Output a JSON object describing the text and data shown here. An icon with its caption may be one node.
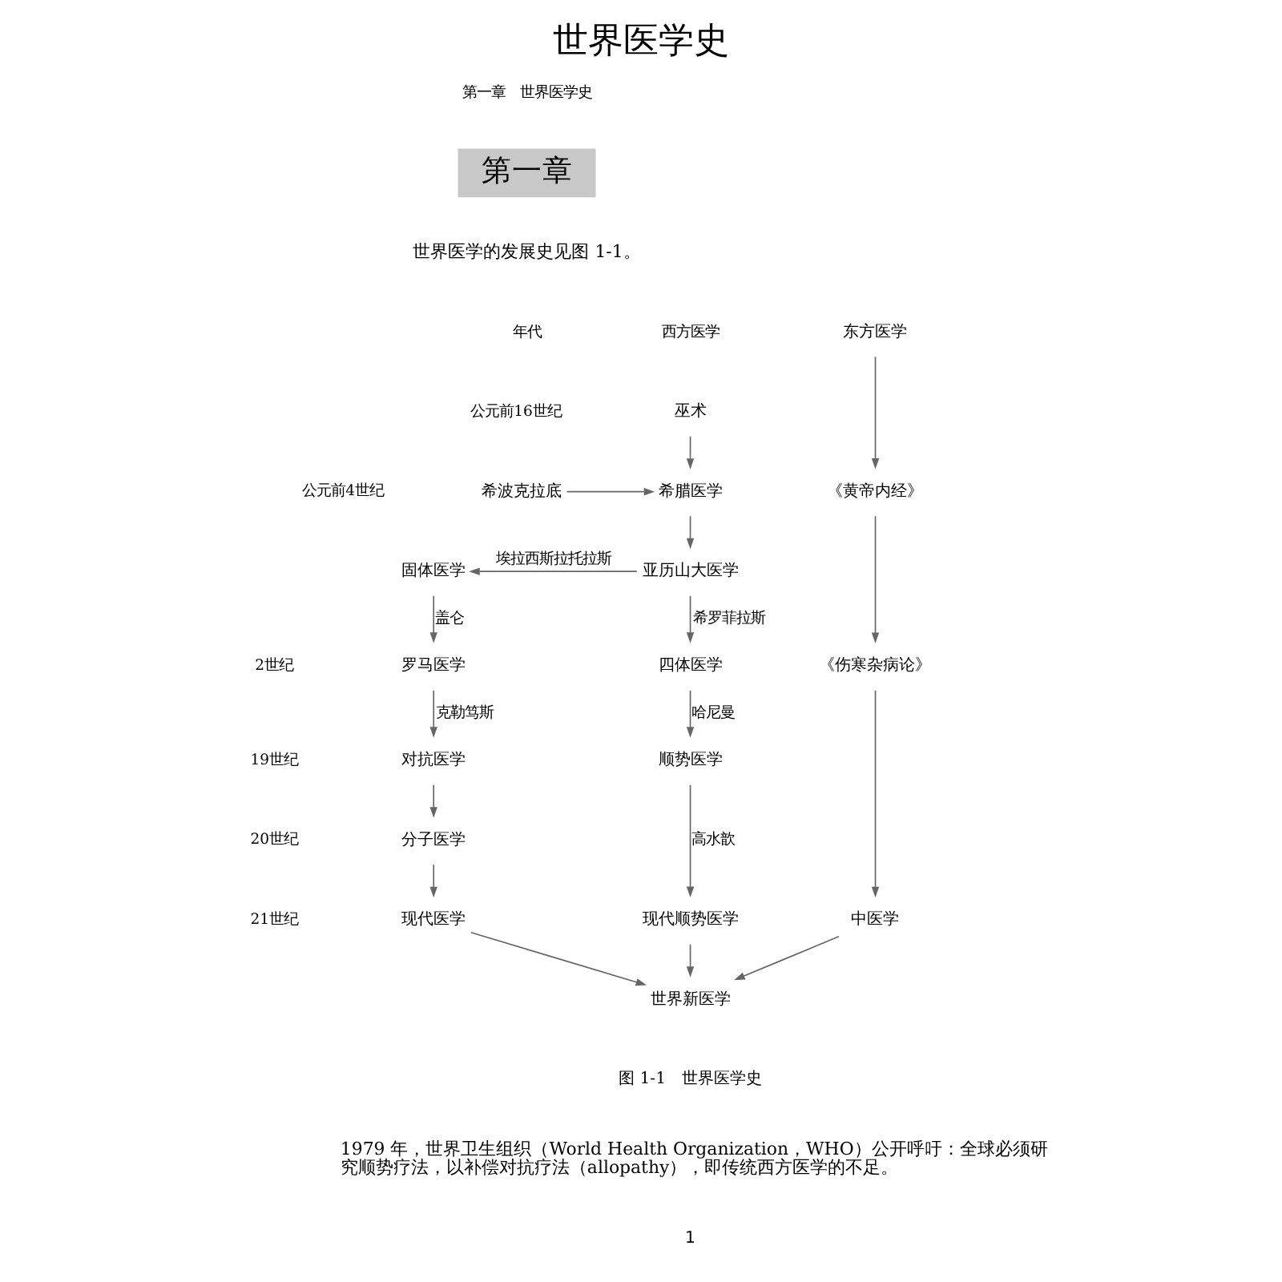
{
  "diagram": {
    "title": "世界医学史",
    "caption": "图 1-1　世界医学史",
    "nodes": [
      {
        "text": [
          "东方医学"
        ]
      },
      {
        "text": [
          "巫术"
        ]
      },
      {
        "text": [
          "希波克拉底"
        ]
      },
      {
        "text": [
          "希腊医学"
        ]
      },
      {
        "text": [
          "《黄帝内经》"
        ]
      },
      {
        "text": [
          "固体医学"
        ]
      },
      {
        "text": [
          "亚历山大医学"
        ]
      },
      {
        "text": [
          "罗马医学"
        ]
      },
      {
        "text": [
          "四体医学"
        ]
      },
      {
        "text": [
          "《伤寒杂病论》"
        ]
      },
      {
        "text": [
          "对抗医学"
        ]
      },
      {
        "text": [
          "顺势医学"
        ]
      },
      {
        "text": [
          "分子医学"
        ]
      },
      {
        "text": [
          "现代医学"
        ]
      },
      {
        "text": [
          "现代顺势医学"
        ]
      },
      {
        "text": [
          "中医学"
        ]
      },
      {
        "text": [
          "世界新医学"
        ]
      }
    ],
    "edges": [
      {
        "from": 0,
        "to": 4,
        "arrow": "to"
      },
      {
        "from": 1,
        "to": 3,
        "arrow": "to"
      },
      {
        "from": 2,
        "to": 3,
        "arrow": "to"
      },
      {
        "from": 3,
        "to": 6,
        "arrow": "to"
      },
      {
        "from": 6,
        "to": 5,
        "arrow": "to",
        "label": "埃拉西斯拉托拉斯"
      },
      {
        "from": 6,
        "to": 8,
        "arrow": "to",
        "label": "希罗菲拉斯"
      },
      {
        "from": 5,
        "to": 7,
        "arrow": "to",
        "label": "盖仑"
      },
      {
        "from": 7,
        "to": 10,
        "arrow": "to",
        "label": "克勒笃斯"
      },
      {
        "from": 10,
        "to": 12,
        "arrow": "to"
      },
      {
        "from": 12,
        "to": 13,
        "arrow": "to"
      },
      {
        "from": 8,
        "to": 11,
        "arrow": "to",
        "label": "哈尼曼"
      },
      {
        "from": 11,
        "to": 14,
        "arrow": "to",
        "label": "高水歆"
      },
      {
        "from": 4,
        "to": 9,
        "arrow": "to"
      },
      {
        "from": 9,
        "to": 15,
        "arrow": "to"
      },
      {
        "from": 13,
        "to": 16,
        "arrow": "to"
      },
      {
        "from": 14,
        "to": 16,
        "arrow": "to"
      },
      {
        "from": 15,
        "to": 16,
        "arrow": "to"
      }
    ],
    "labels": [
      "第一章　世界医学史",
      "第一章",
      "世界医学的发展史见图 1-1。",
      "年代",
      "西方医学",
      "公元前16世纪",
      "公元前4世纪",
      "2世纪",
      "19世纪",
      "20世纪",
      "21世纪",
      "1979 年，世界卫生组织（World Health Organization，WHO）公开呼吁：全球必须研究顺势疗法，以补偿对抗疗法（allopathy），即传统西方医学的不足。",
      "1"
    ]
  }
}
